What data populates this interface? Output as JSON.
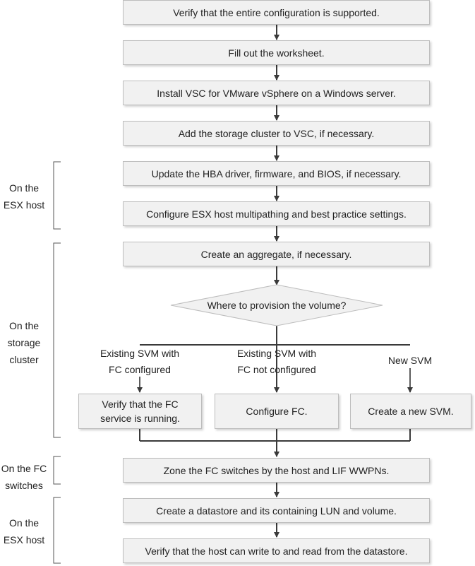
{
  "steps": {
    "verify_config": "Verify that the entire configuration is supported.",
    "worksheet": "Fill out the worksheet.",
    "install_vsc": "Install VSC for VMware vSphere on a Windows server.",
    "add_cluster": "Add the storage cluster to VSC, if necessary.",
    "update_hba": "Update the HBA driver, firmware, and BIOS, if necessary.",
    "multipathing": "Configure ESX host multipathing and best practice settings.",
    "aggregate": "Create an aggregate, if necessary.",
    "decision": "Where to provision the volume?",
    "verify_fc": "Verify that the FC service is running.",
    "configure_fc": "Configure FC.",
    "new_svm": "Create a new SVM.",
    "zone": "Zone the FC switches by the host and LIF WWPNs.",
    "datastore": "Create a datastore and its containing LUN and volume.",
    "verify_rw": "Verify that the host can write to and read from the datastore."
  },
  "branches": {
    "left_line1": "Existing SVM with",
    "left_line2": "FC configured",
    "mid_line1": "Existing SVM with",
    "mid_line2": "FC not configured",
    "right": "New SVM"
  },
  "sides": {
    "esx1_line1": "On the",
    "esx1_line2": "ESX host",
    "storage_line1": "On the",
    "storage_line2": "storage",
    "storage_line3": "cluster",
    "fc_line1": "On the FC",
    "fc_line2": "switches",
    "esx2_line1": "On the",
    "esx2_line2": "ESX host"
  },
  "colors": {
    "box_fill": "#f1f1f1",
    "box_border": "#bdbdbd",
    "arrow": "#3a3a3a",
    "branch_arrow": "#5c5c5c",
    "bracket": "#555555"
  }
}
